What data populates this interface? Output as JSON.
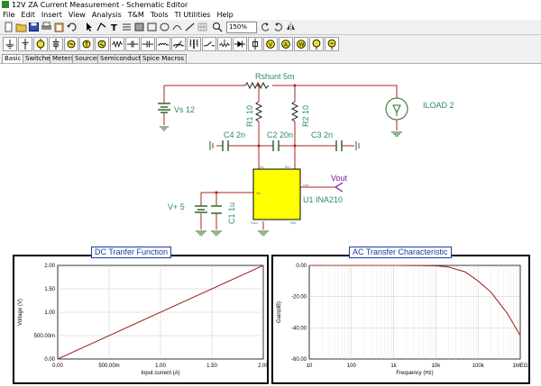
{
  "window": {
    "title": "12V  ZA Current Measurement - Schematic Editor"
  },
  "menu": [
    "File",
    "Edit",
    "Insert",
    "View",
    "Analysis",
    "T&M",
    "Tools",
    "TI Utilities",
    "Help"
  ],
  "toolbar": {
    "zoom": "150%"
  },
  "tabs": [
    "Basic",
    "Switches",
    "Meters",
    "Sources",
    "Semiconductors",
    "Spice Macros"
  ],
  "schematic": {
    "rshunt": "Rshunt 5m",
    "vs": "Vs 12",
    "iload": "ILOAD 2",
    "r1": "R1 10",
    "r2": "R2 10",
    "c4": "C4 2n",
    "c2": "C2 20n",
    "c3": "C3 2n",
    "vplus": "V+ 5",
    "c1": "C1 1u",
    "u1": "U1 INA210",
    "vout": "Vout",
    "pins": {
      "inn": "IN-",
      "inp": "IN+",
      "vs": "Vs",
      "out": "Out",
      "ref": "Ref",
      "gnd": "Gnd"
    }
  },
  "charts": {
    "dc": {
      "title": "DC Tranfer Function"
    },
    "ac": {
      "title": "AC Transfer Characteristic"
    }
  },
  "chart_data": [
    {
      "type": "line",
      "title": "DC Tranfer Function",
      "xlabel": "Input current (A)",
      "ylabel": "Voltage (V)",
      "xlim": [
        0,
        2
      ],
      "ylim": [
        0,
        2
      ],
      "x_ticks": [
        "0.00",
        "500.00m",
        "1.00",
        "1.50",
        "2.00"
      ],
      "y_ticks": [
        "0.00",
        "500.00m",
        "1.00",
        "1.50",
        "2.00"
      ],
      "grid": true,
      "color": "#a0302a",
      "series": [
        {
          "x": [
            0,
            0.5,
            1,
            1.5,
            2
          ],
          "y": [
            0,
            0.5,
            1,
            1.5,
            2
          ]
        }
      ]
    },
    {
      "type": "line",
      "title": "AC Transfer Characteristic",
      "xlabel": "Frequency (Hz)",
      "ylabel": "Gain(dB)",
      "x_scale": "log",
      "xlim": [
        10,
        1000000
      ],
      "ylim": [
        -60,
        0
      ],
      "x_ticks": [
        "10",
        "100",
        "1k",
        "10k",
        "100k",
        "1MEG"
      ],
      "y_ticks": [
        "0.00",
        "-20.00",
        "-40.00",
        "-60.00"
      ],
      "grid": true,
      "color": "#a0302a",
      "series": [
        {
          "x": [
            10,
            100,
            1000,
            5000,
            10000,
            20000,
            50000,
            100000,
            200000,
            500000,
            1000000
          ],
          "y": [
            0,
            0,
            0,
            -0.1,
            -0.3,
            -1.0,
            -4.2,
            -10,
            -17,
            -31,
            -45
          ]
        }
      ]
    }
  ]
}
